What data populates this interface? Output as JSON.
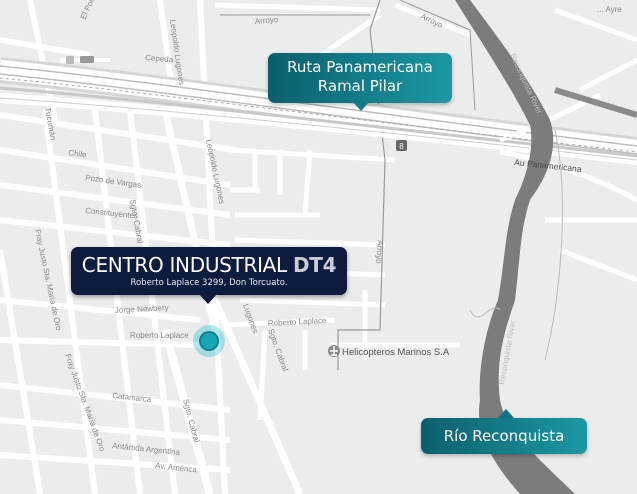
{
  "callouts": {
    "ruta": {
      "line1": "Ruta Panamericana",
      "line2": "Ramal Pilar"
    },
    "centro": {
      "title_main": "CENTRO INDUSTRIAL ",
      "title_brand": "DT4",
      "address": "Roberto Laplace 3299, Don Torcuato."
    },
    "rio": {
      "label": "Río Reconquista"
    }
  },
  "streets": {
    "arroyo_top": "Arroyo",
    "arroyo_top2": "Arroyo",
    "arroyo_mid": "Arroyo",
    "el_pollo": "El Pollo",
    "ayre": "... Ayre",
    "cepeda": "Cepeda",
    "leopoldo_lugones": "Leopoldo Lugones",
    "leopoldo_lugones2": "Leopoldo Lugones",
    "lugones": "Lugones",
    "chile": "Chile",
    "pozo_de_vargas": "Pozo de Vargas",
    "constituyentes": "Constituyentes",
    "sgto_cabral": "Sgto. Cabral",
    "sgto_cabral2": "Sgto. Cabral",
    "sgto_cabral3": "Sgto. Cabral",
    "jorge_newbery": "Jorge Newbery",
    "roberto_laplace_w": "Roberto Laplace",
    "roberto_laplace_e": "Roberto Laplace",
    "catamarca": "Catamarca",
    "antartida": "Antártida Argentina",
    "av_america": "Av. América",
    "fray_justo": "Fray Justo Sta. María de Oro",
    "fray_justo2": "Fray Justo Sta. María de Oro",
    "tucuman": "Tucumán",
    "au_panamericana": "Au Panamericana",
    "reconquista_river_n": "Reconquista River",
    "reconquista_river_s": "Reconquista River",
    "highway_shield": "8"
  },
  "pois": {
    "helicopteros": "Helicopteros Marinos S.A"
  },
  "colors": {
    "teal_dark": "#0a5f6d",
    "teal_light": "#1b98a4",
    "navy": "#0d1b3e",
    "river": "#7c7c7c",
    "map_bg": "#ececec",
    "marker": "#18a6b6"
  },
  "icons": {
    "poi": "airplane-icon",
    "marker": "location-pin-icon",
    "shield": "route-shield-icon"
  }
}
